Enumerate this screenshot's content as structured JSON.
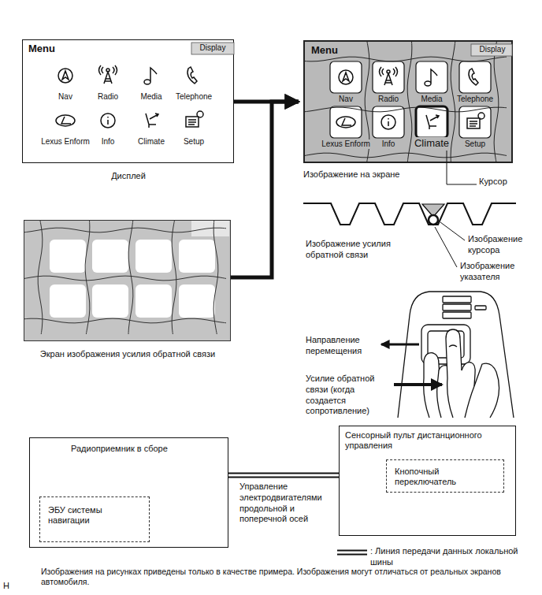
{
  "diagram": {
    "caption": "Изображения на рисунках приведены только в качестве примера. Изображения могут отличаться от реальных экранов автомобиля.",
    "nodes": [
      {
        "text": [
          "Menu",
          "Display",
          "Nav",
          "Radio",
          "Media",
          "Telephone",
          "Lexus Enform",
          "Info",
          "Climate",
          "Setup",
          "Дисплей"
        ]
      },
      {
        "text": [
          "Menu",
          "Display",
          "Nav",
          "Radio",
          "Media",
          "Telephone",
          "Lexus Enform",
          "Info",
          "Climate",
          "Setup",
          "Изображение на экране"
        ]
      },
      {
        "text": [
          "Экран изображения усилия обратной связи"
        ]
      },
      {
        "text": [
          "Радиоприемник в сборе"
        ]
      },
      {
        "text": [
          "ЭБУ системы навигации"
        ],
        "in": 3
      },
      {
        "text": [
          "Сенсорный пульт дистанционного управления"
        ]
      },
      {
        "text": [
          "Кнопочный переключатель"
        ],
        "in": 5
      }
    ],
    "edges": [
      {
        "from": 0,
        "to": 1,
        "arrow": "to"
      },
      {
        "from": 2,
        "to": 1,
        "arrow": "to"
      },
      {
        "from": 4,
        "to": 5,
        "arrow": "to",
        "label": "Управление электродвигателями продольной и поперечной осей"
      }
    ],
    "labels": [
      "Курсор",
      "Изображение усилия обратной связи",
      "Изображение курсора",
      "Изображение указателя",
      "Направление перемещения",
      "Усилие обратной связи (когда создается сопротивление)",
      "H"
    ],
    "legend": [
      {
        "text": ": Линия передачи данных локальной шины"
      }
    ]
  }
}
